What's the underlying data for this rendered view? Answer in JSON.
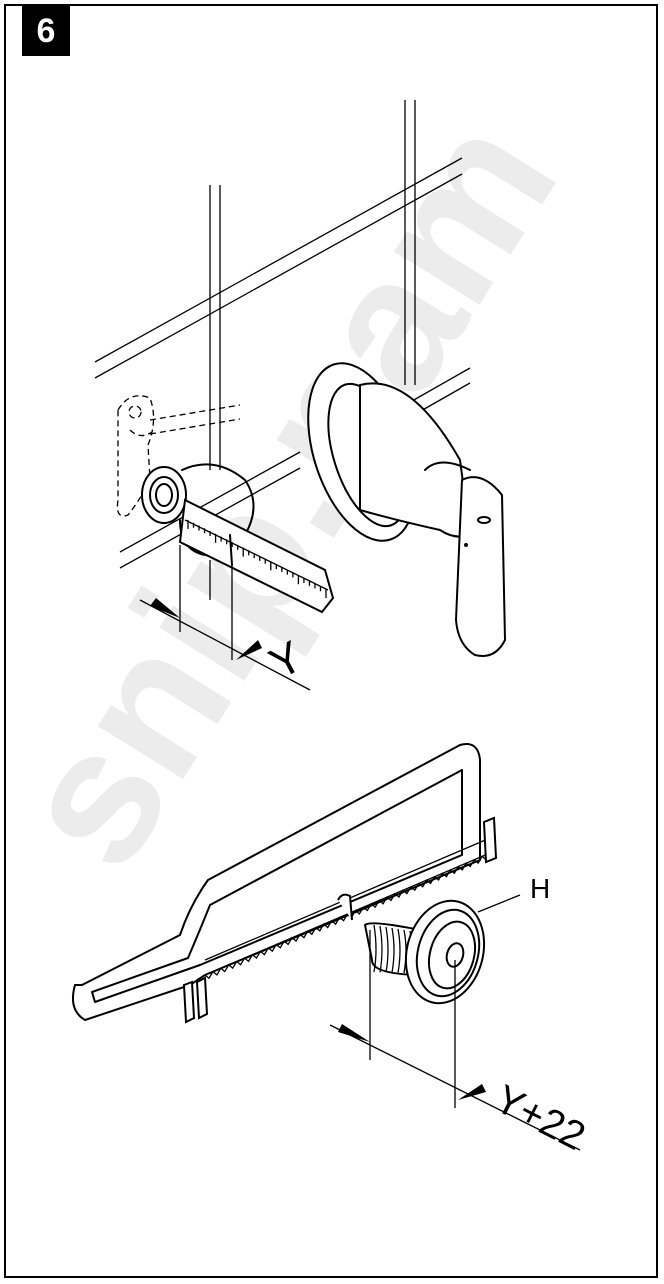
{
  "step": {
    "number": "6"
  },
  "labels": {
    "top_dimension": "Y",
    "bottom_dimension": "Y+22",
    "part": "H"
  },
  "watermark": {
    "text": "snip.nam"
  },
  "colors": {
    "line": "#000000",
    "background": "#ffffff",
    "watermark": "#ececec"
  }
}
